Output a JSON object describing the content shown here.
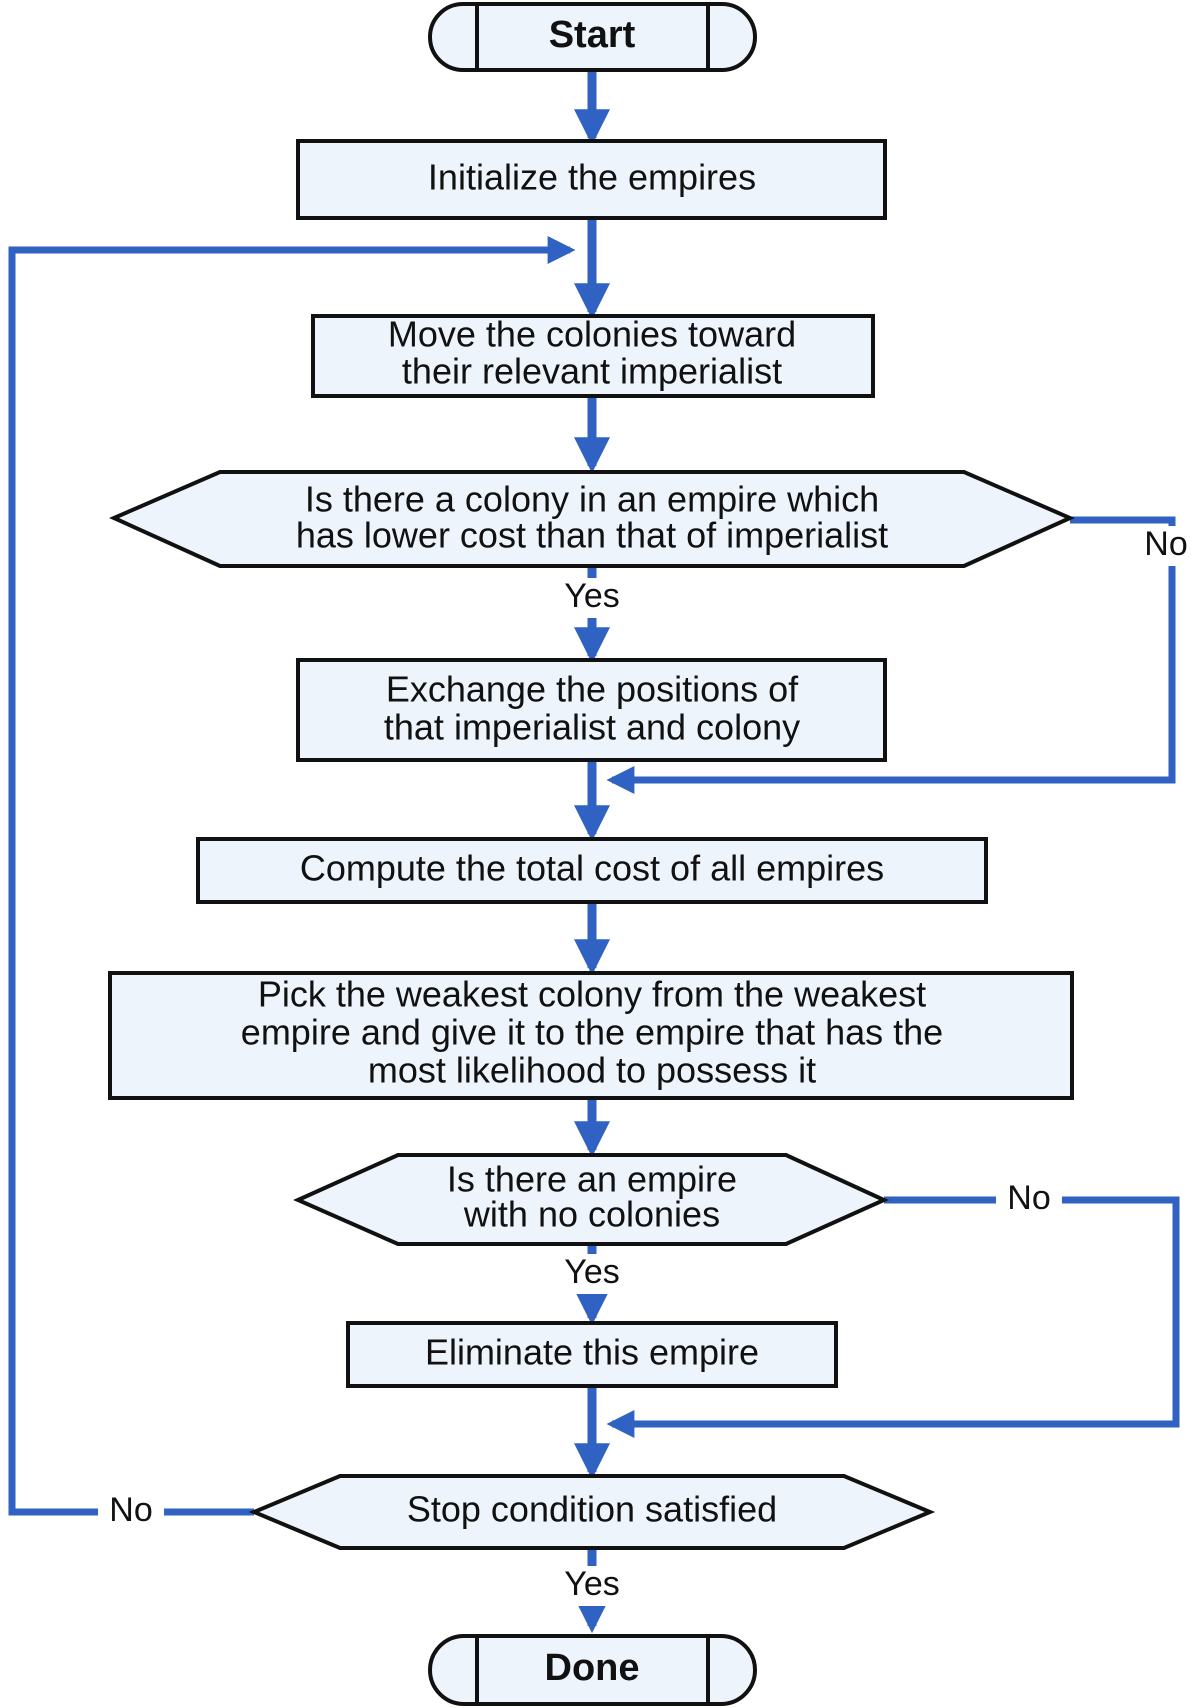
{
  "colors": {
    "node_fill": "#eef4fb",
    "node_stroke": "#111111",
    "arrow": "#2f62c2"
  },
  "nodes": {
    "start": "Start",
    "init": "Initialize the empires",
    "move": [
      "Move the colonies toward",
      "their relevant imperialist"
    ],
    "q_lower_cost": [
      "Is there a colony in an empire which",
      "has lower cost than that of imperialist"
    ],
    "exchange": [
      "Exchange the positions of",
      "that imperialist and colony"
    ],
    "compute": "Compute the total cost of all empires",
    "pick": [
      "Pick the weakest colony from the weakest",
      "empire and give it to the empire that has the",
      "most likelihood to possess it"
    ],
    "q_no_colonies": [
      "Is there an empire",
      "with no colonies"
    ],
    "eliminate": "Eliminate this empire",
    "stop": "Stop condition satisfied",
    "done": "Done"
  },
  "edge_labels": {
    "q1_yes": "Yes",
    "q1_no": "No",
    "q2_yes": "Yes",
    "q2_no": "No",
    "stop_yes": "Yes",
    "stop_no": "No"
  }
}
